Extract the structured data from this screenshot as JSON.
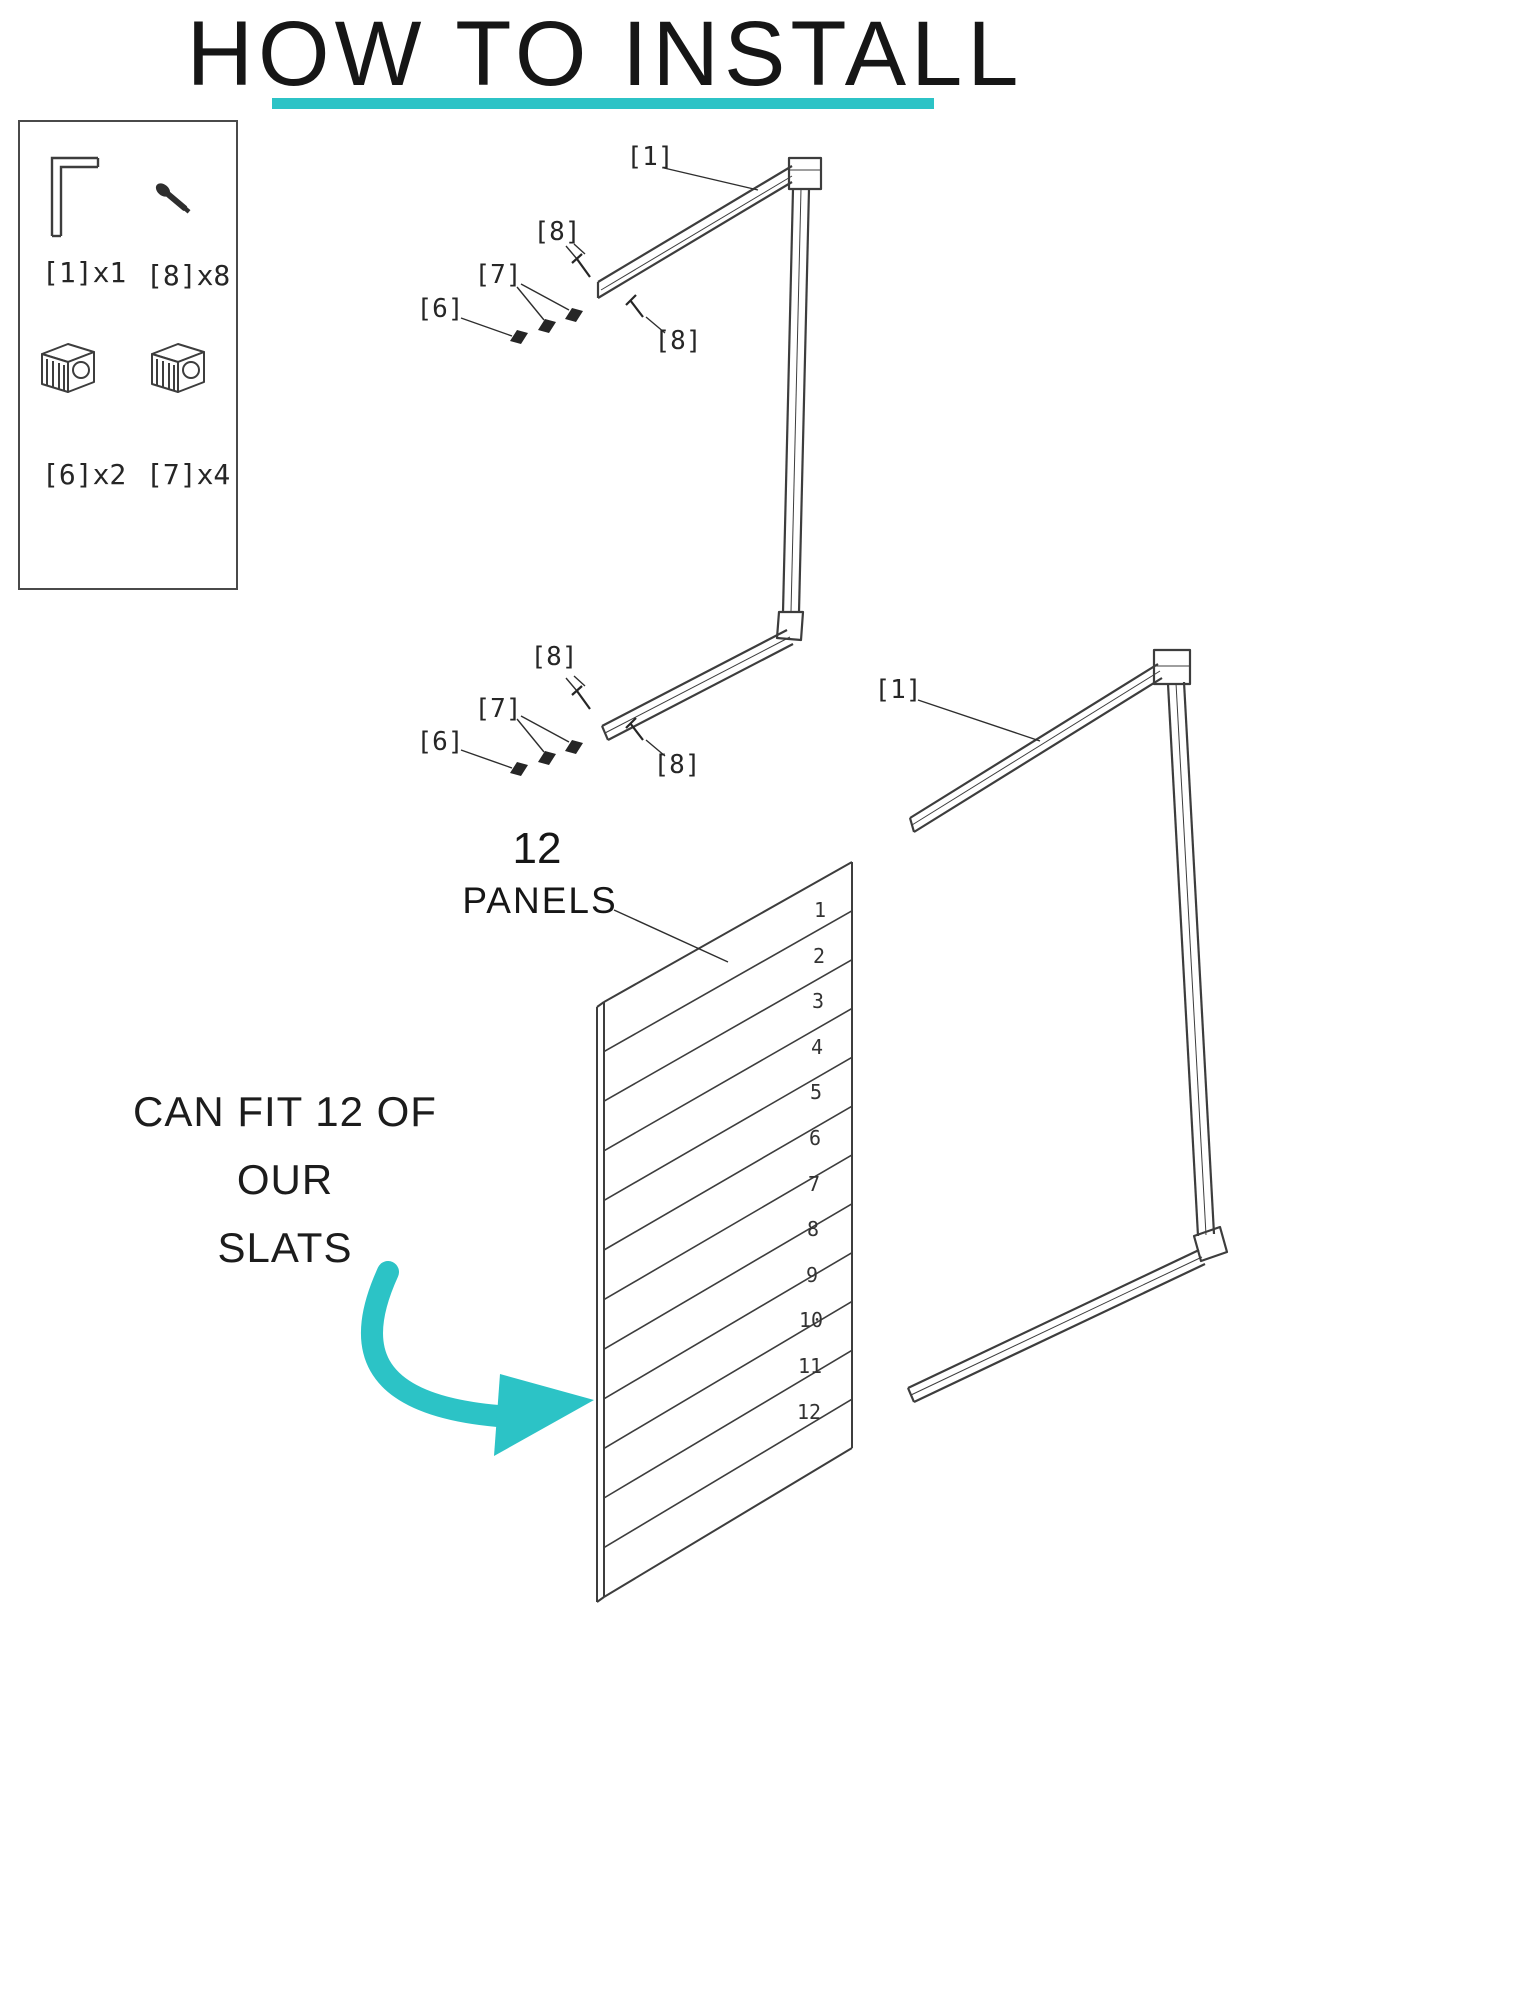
{
  "title": "HOW TO INSTALL",
  "legend": {
    "items": [
      {
        "label": "[1]x1",
        "icon": "frame-bracket-icon"
      },
      {
        "label": "[8]x8",
        "icon": "screw-icon"
      },
      {
        "label": "[6]x2",
        "icon": "connector-block-icon"
      },
      {
        "label": "[7]x4",
        "icon": "connector-block-icon"
      }
    ]
  },
  "callouts": {
    "top_frame": "[1]",
    "top_screw_a": "[8]",
    "top_connectors": "[7]",
    "top_connector_end": "[6]",
    "top_screw_b": "[8]",
    "bottom_screw_a": "[8]",
    "bottom_connectors": "[7]",
    "bottom_connector_end": "[6]",
    "bottom_screw_b": "[8]",
    "right_frame": "[1]"
  },
  "panel_note": {
    "count": "12",
    "word": "PANELS"
  },
  "caption": {
    "lines": [
      "CAN FIT 12 OF",
      "OUR",
      "SLATS"
    ]
  },
  "slats": [
    "1",
    "2",
    "3",
    "4",
    "5",
    "6",
    "7",
    "8",
    "9",
    "10",
    "11",
    "12"
  ],
  "colors": {
    "accent": "#2CC3C6",
    "line": "#3d3d3d"
  }
}
